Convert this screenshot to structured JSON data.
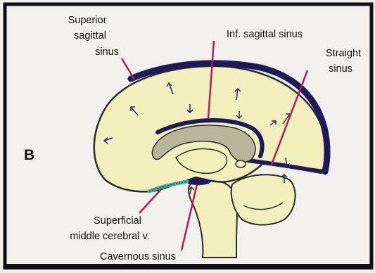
{
  "figure": {
    "panel_letter": "B",
    "labels": {
      "superior_sagittal_sinus": [
        "Superior",
        "sagittal",
        "sinus"
      ],
      "inferior_sagittal_sinus": "Inf. sagittal sinus",
      "straight_sinus": [
        "Straight",
        "sinus"
      ],
      "superficial_middle_cerebral_vein": [
        "Superficial",
        "middle cerebral v."
      ],
      "cavernous_sinus": "Cavernous sinus"
    },
    "colors": {
      "page": "#f1f0ec",
      "border": "#0f1016",
      "brain_fill": "#f3efbc",
      "sinus_navy": "#1c1a5a",
      "corpus_callosum": "#b9b59a",
      "leader_line": "#b21c58",
      "vein_teal": "#47a8a2",
      "arrow_navy": "#23286a"
    }
  }
}
